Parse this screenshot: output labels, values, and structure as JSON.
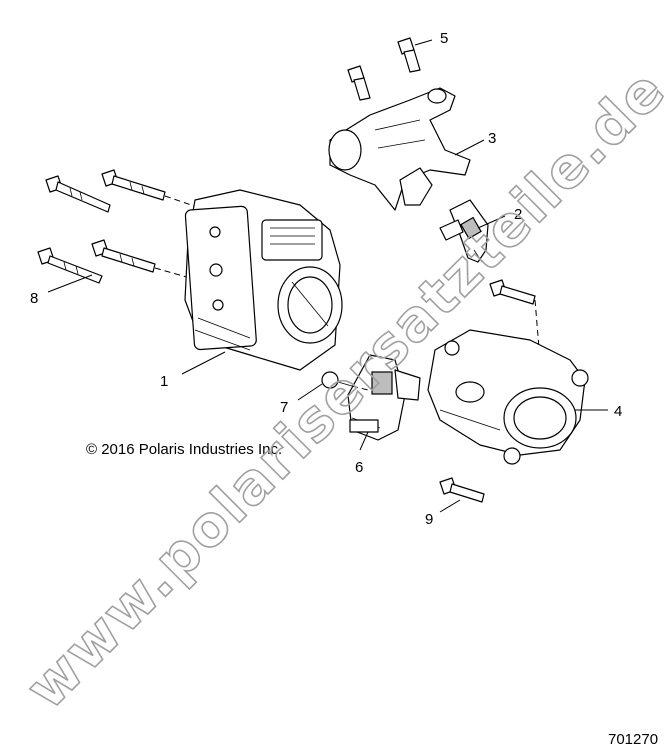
{
  "copyright": "© 2016 Polaris Industries Inc.",
  "diagram_number": "701270",
  "watermark": "www.polarisersatzteile.de",
  "callouts": [
    "1",
    "2",
    "3",
    "4",
    "5",
    "6",
    "7",
    "8",
    "9"
  ]
}
